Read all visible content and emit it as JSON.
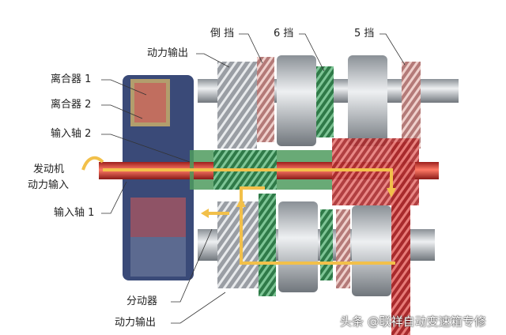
{
  "labels": {
    "reverse_gear": "倒 挡",
    "gear6": "6 挡",
    "gear5": "5 挡",
    "power_output_top": "动力输出",
    "clutch1": "离合器 1",
    "clutch2": "离合器 2",
    "input_shaft2": "输入轴 2",
    "engine_input_line1": "发动机",
    "engine_input_line2": "动力输入",
    "input_shaft1": "输入轴 1",
    "transfer_case": "分动器",
    "power_output_bottom": "动力输出"
  },
  "watermark": "头条 @联祥自动变速箱专修",
  "colors": {
    "input_shaft": "#d8322a",
    "flow_arrow": "#f2c04a",
    "green_gear": "#3f9a5c",
    "red_gear": "#c8383a",
    "clutch_housing": "#3a4a78"
  }
}
